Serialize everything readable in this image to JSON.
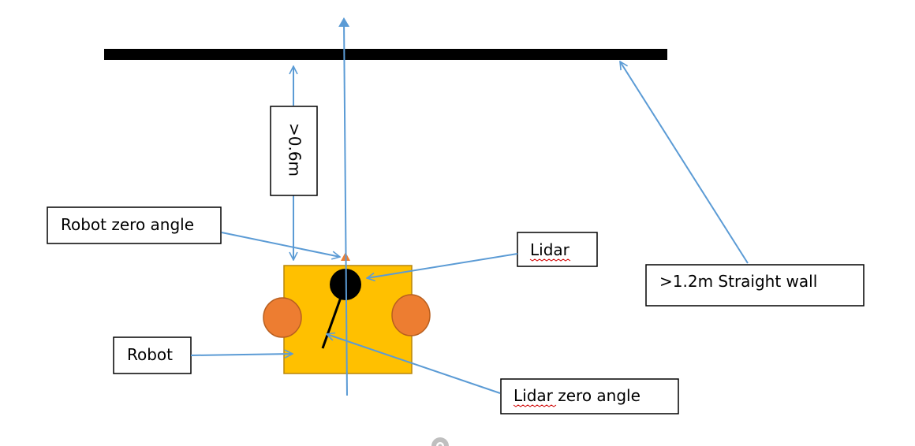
{
  "labels": {
    "distance": ">0.6m",
    "robot_zero_angle": "Robot zero angle",
    "lidar": "Lidar",
    "wall": ">1.2m Straight wall",
    "robot": "Robot",
    "lidar_zero_angle": "Lidar zero angle"
  },
  "colors": {
    "wall": "#000000",
    "robot_body": "#ffc000",
    "robot_body_border": "#b8860b",
    "wheels": "#ed7d31",
    "lidar": "#000000",
    "arrows": "#5b9bd5",
    "robot_front_marker": "#ed7d31"
  },
  "icons": {
    "bottom_partial": "anchor-icon"
  }
}
